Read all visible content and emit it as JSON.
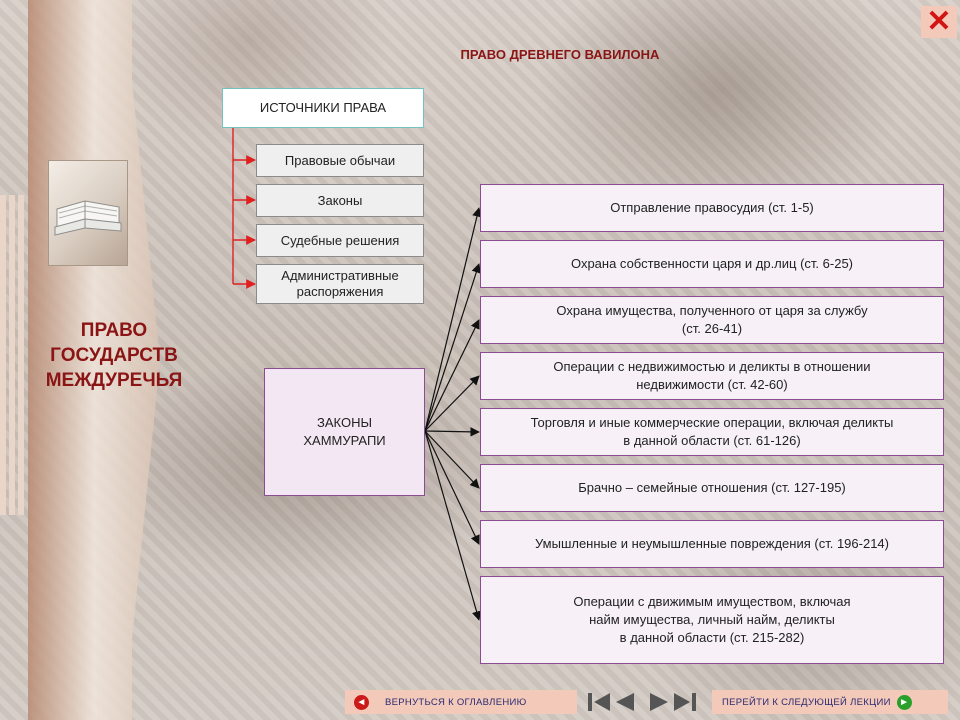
{
  "page_title": "ПРАВО ДРЕВНЕГО ВАВИЛОНА",
  "side_title": [
    "ПРАВО",
    "ГОСУДАРСТВ",
    "МЕЖДУРЕЧЬЯ"
  ],
  "sources": {
    "header": "ИСТОЧНИКИ ПРАВА",
    "items": [
      "Правовые обычаи",
      "Законы",
      "Судебные решения",
      [
        "Административные",
        "распоряжения"
      ]
    ]
  },
  "hammurabi": [
    "ЗАКОНЫ",
    "ХАММУРАПИ"
  ],
  "law_sections": [
    [
      "Отправление правосудия (ст. 1-5)"
    ],
    [
      "Охрана собственности царя и др.лиц (ст. 6-25)"
    ],
    [
      "Охрана имущества, полученного от царя за службу",
      "(ст. 26-41)"
    ],
    [
      "Операции с недвижимостью и деликты в отношении",
      "недвижимости (ст. 42-60)"
    ],
    [
      "Торговля и иные коммерческие операции, включая деликты",
      "в данной области (ст. 61-126)"
    ],
    [
      "Брачно – семейные отношения (ст. 127-195)"
    ],
    [
      "Умышленные и неумышленные повреждения (ст. 196-214)"
    ],
    [
      "Операции с движимым имуществом, включая",
      "найм имущества, личный найм, деликты",
      "в данной области (ст. 215-282)"
    ]
  ],
  "nav": {
    "back_label": "ВЕРНУТЬСЯ К ОГЛАВЛЕНИЮ",
    "next_label": "ПЕРЕЙТИ К СЛЕДУЮЩЕЙ ЛЕКЦИИ",
    "close_symbol": "✕"
  },
  "colors": {
    "title_red": "#8b1414",
    "border_purple": "#8a4d92",
    "arrow_red": "#e02020",
    "nav_bg": "#f3c9b9"
  }
}
